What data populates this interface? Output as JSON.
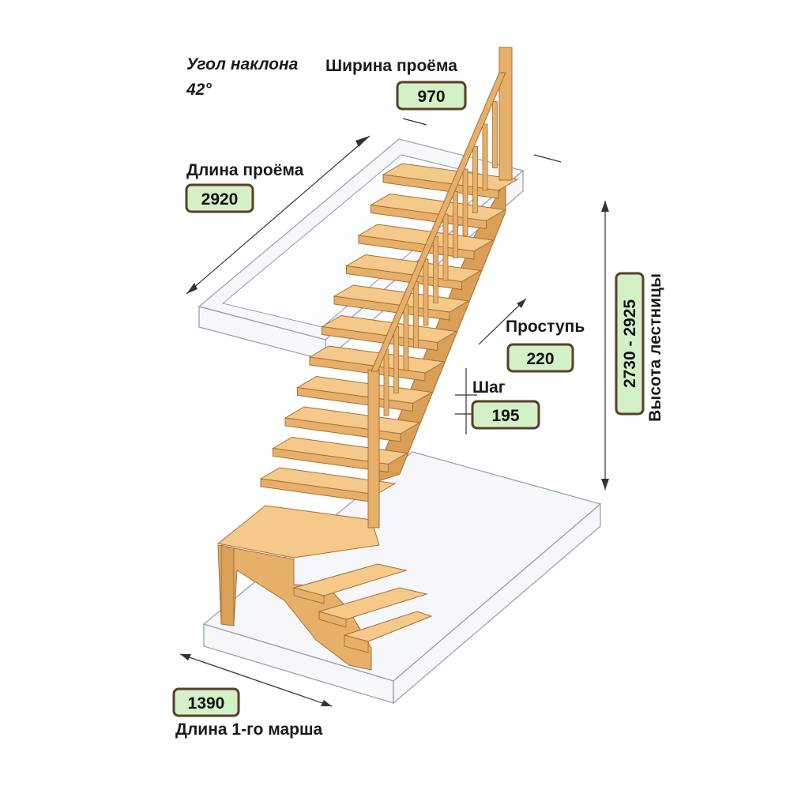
{
  "colors": {
    "badge_fill": "#d3f0c6",
    "badge_border": "#5a3e2b",
    "wood_top": "#f4c98a",
    "wood_front": "#e6b06a",
    "wood_side": "#d99f57",
    "wood_edge": "#a66f34",
    "glass_fill": "#eef1f6",
    "glass_stroke": "#9aa3b2",
    "dim_line": "#333333"
  },
  "labels": {
    "slope_line1": "Угол наклона",
    "slope_line2": "42°",
    "opening_width": "Ширина проёма",
    "opening_length": "Длина проёма",
    "tread": "Проступь",
    "step": "Шаг",
    "stair_height": "Высота лестницы",
    "first_flight_length": "Длина 1-го марша"
  },
  "values": {
    "opening_width": "970",
    "opening_length": "2920",
    "tread": "220",
    "step": "195",
    "stair_height": "2730 - 2925",
    "first_flight_length": "1390"
  }
}
